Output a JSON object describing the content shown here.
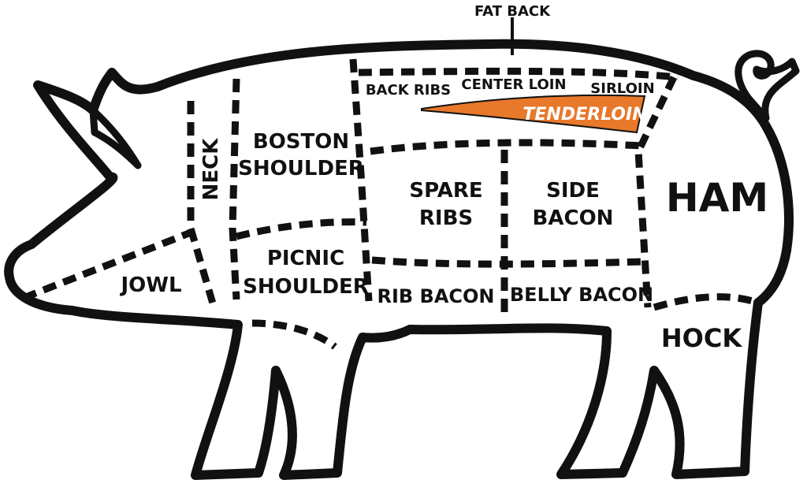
{
  "colors": {
    "outline": "#111111",
    "tenderloin": "#e8782a",
    "background": "#ffffff"
  },
  "labels": {
    "fat_back": "FAT BACK",
    "back_ribs": "BACK RIBS",
    "center_loin": "CENTER LOIN",
    "sirloin": "SIRLOIN",
    "tenderloin": "TENDERLOIN",
    "neck": "NECK",
    "boston_shoulder": [
      "BOSTON",
      "SHOULDER"
    ],
    "spare_ribs": [
      "SPARE",
      "RIBS"
    ],
    "side_bacon": [
      "SIDE",
      "BACON"
    ],
    "ham": "HAM",
    "jowl": "JOWL",
    "picnic_shoulder": [
      "PICNIC",
      "SHOULDER"
    ],
    "rib_bacon": "RIB BACON",
    "belly_bacon": "BELLY BACON",
    "hock": "HOCK"
  }
}
